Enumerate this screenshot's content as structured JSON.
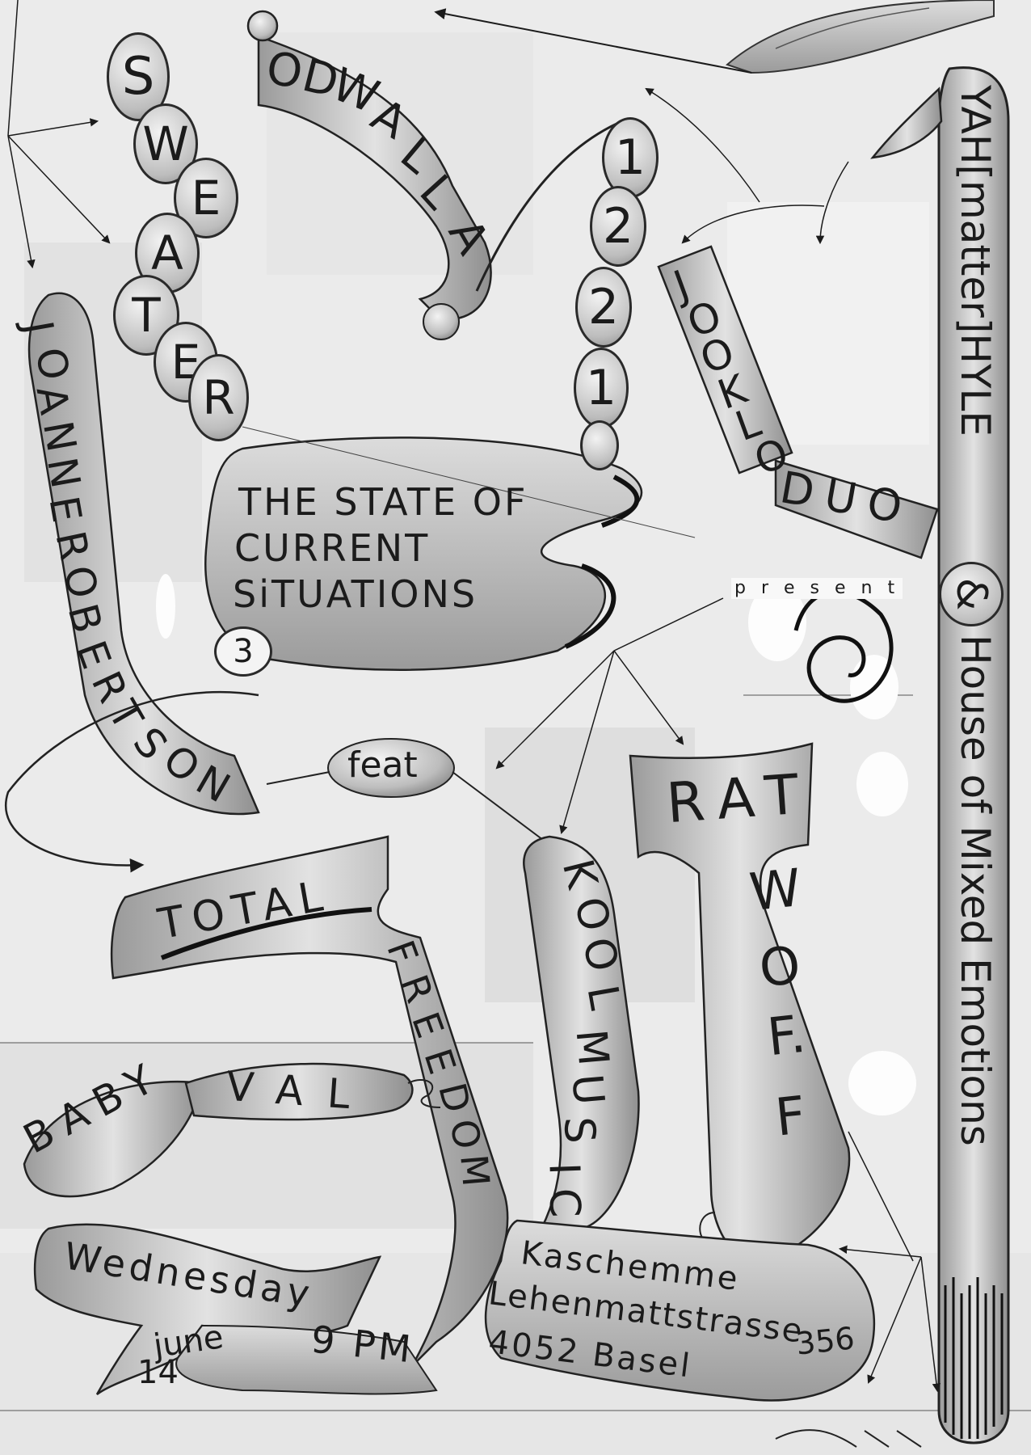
{
  "sweater": {
    "letters": [
      "S",
      "W",
      "E",
      "A",
      "T",
      "E",
      "R"
    ]
  },
  "odwalla": {
    "letters": [
      "O",
      "D",
      "W",
      "A",
      "L",
      "L",
      "A"
    ]
  },
  "number": {
    "digits": [
      "1",
      "2",
      "2",
      "1"
    ]
  },
  "yah": {
    "text": "YAH[matter]HYLE",
    "amp": "&",
    "house": "House of Mixed Emotions"
  },
  "jooklo": {
    "letters": [
      "J",
      "O",
      "O",
      "K",
      "L",
      "O"
    ],
    "duo": "DUO"
  },
  "joanne": {
    "letters": [
      "J",
      "O",
      "A",
      "N",
      "N",
      "E",
      "R",
      "O",
      "B",
      "E",
      "R",
      "T",
      "S",
      "O",
      "N"
    ]
  },
  "title": {
    "line1": "THE STATE OF",
    "line2": "CURRENT",
    "line3": "SiTUATIONS",
    "number": "3"
  },
  "present": "p r e s e n t",
  "feat": "feat",
  "rat": "RAT",
  "woff": {
    "letters": [
      "W",
      "O",
      "F.",
      "F"
    ]
  },
  "total": "TOTAL",
  "freedom": {
    "letters": [
      "F",
      "R",
      "E",
      "E",
      "D",
      "O",
      "M"
    ]
  },
  "kool": {
    "letters": [
      "K",
      "O",
      "O",
      "L",
      "M",
      "U",
      "S",
      "I",
      "C"
    ]
  },
  "babyval": {
    "baby": "BABY",
    "val": "VAL"
  },
  "date": {
    "day": "Wednesday",
    "month": "june",
    "date": "14",
    "time": "9 PM"
  },
  "venue": {
    "name": "Kaschemme",
    "street": "Lehenmattstrasse",
    "number": "356",
    "city": "4052 Basel"
  }
}
